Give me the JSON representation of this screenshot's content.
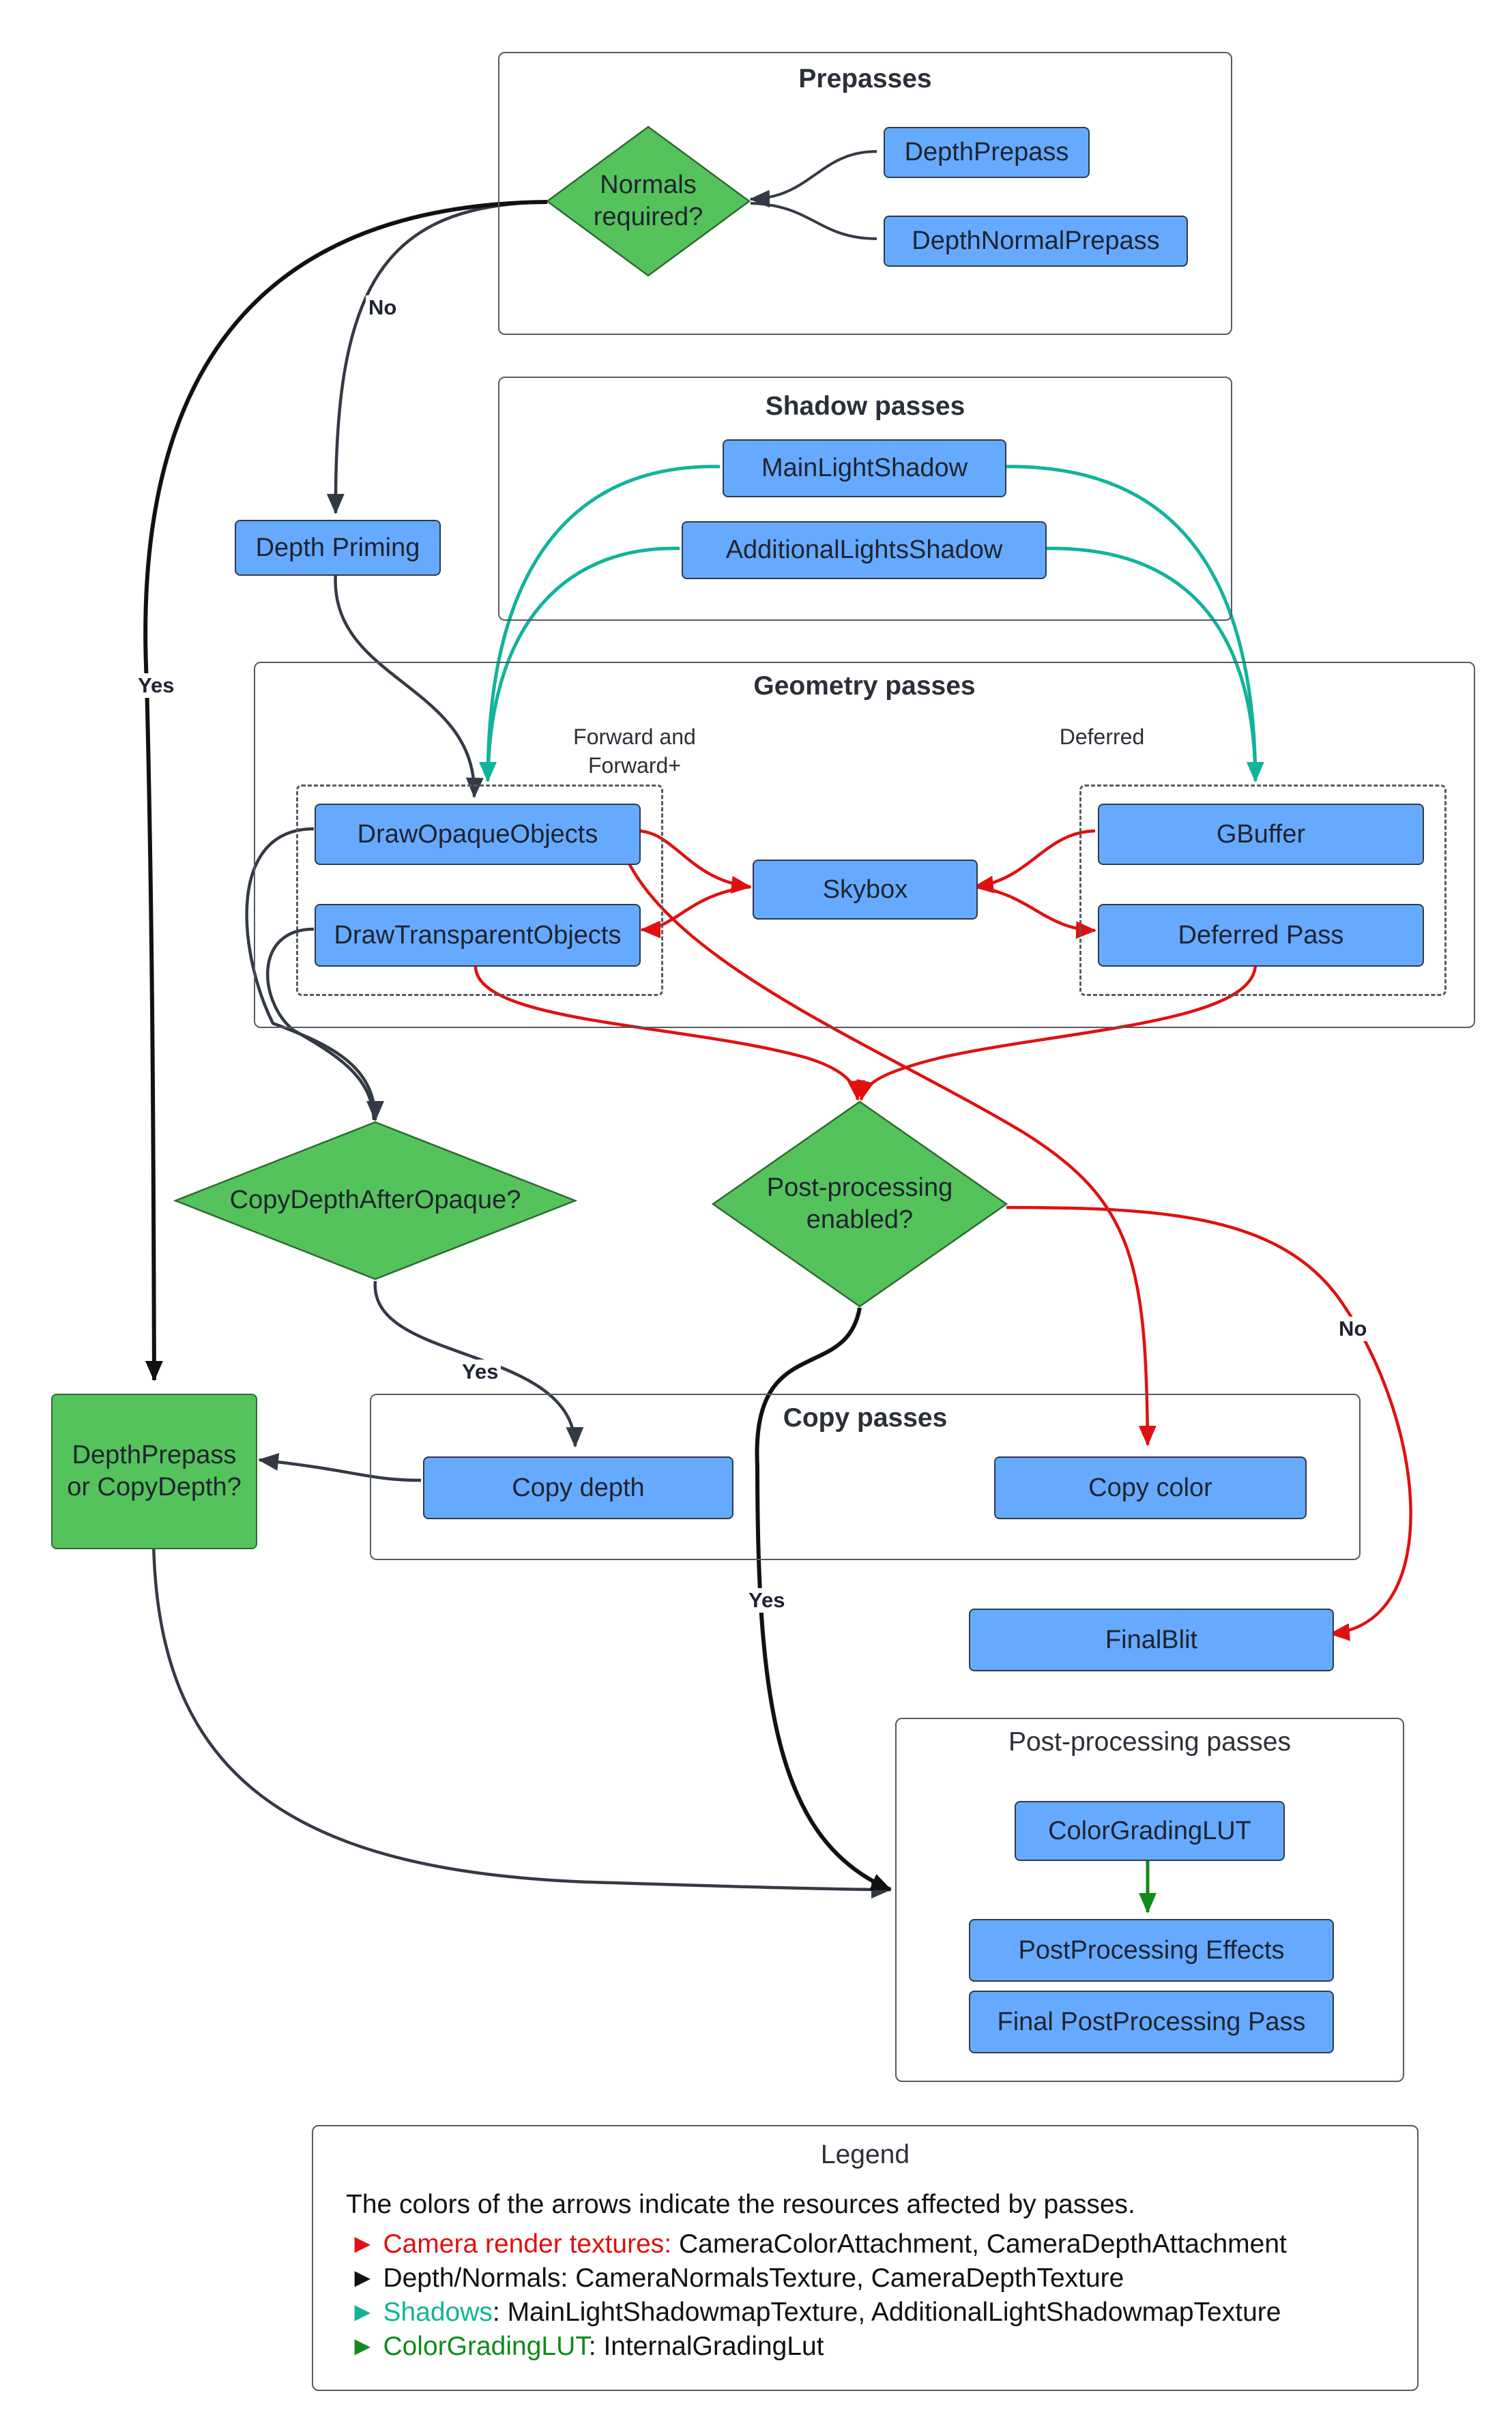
{
  "colors": {
    "red": "#e01010",
    "black": "#111111",
    "dark": "#333a45",
    "teal": "#12b39a",
    "green": "#128a1c",
    "node_blue": "#66aaff",
    "node_green": "#55c35c"
  },
  "groups": {
    "prepasses": "Prepasses",
    "shadow": "Shadow passes",
    "geometry": "Geometry passes",
    "forward": "Forward and\nForward+",
    "deferred": "Deferred",
    "copy": "Copy passes",
    "postprocessing": "Post-processing passes"
  },
  "nodes": {
    "normals_required": "Normals\nrequired?",
    "depth_prepass": "DepthPrepass",
    "depth_normal_prepass": "DepthNormalPrepass",
    "depth_priming": "Depth Priming",
    "main_light_shadow": "MainLightShadow",
    "additional_lights_shadow": "AdditionalLightsShadow",
    "draw_opaque": "DrawOpaqueObjects",
    "draw_transparent": "DrawTransparentObjects",
    "skybox": "Skybox",
    "gbuffer": "GBuffer",
    "deferred_pass": "Deferred Pass",
    "copy_depth_after_opaque": "CopyDepthAfterOpaque?",
    "postprocessing_enabled": "Post-processing\nenabled?",
    "depthprepass_or_copydepth": "DepthPrepass\nor CopyDepth?",
    "copy_depth": "Copy depth",
    "copy_color": "Copy color",
    "final_blit": "FinalBlit",
    "color_grading_lut": "ColorGradingLUT",
    "postprocessing_effects": "PostProcessing Effects",
    "final_postprocessing_pass": "Final PostProcessing Pass"
  },
  "edge_labels": {
    "no_normals": "No",
    "yes_normals": "Yes",
    "yes_copy_depth": "Yes",
    "yes_postprocessing": "Yes",
    "no_postprocessing": "No"
  },
  "legend": {
    "title": "Legend",
    "intro": "The colors of the arrows indicate the resources affected by passes.",
    "items": [
      {
        "marker": "►",
        "name": "Camera render textures",
        "sep": ":",
        "desc": " CameraColorAttachment, CameraDepthAttachment",
        "color": "#e01010"
      },
      {
        "marker": "►",
        "name": "Depth/Normals",
        "sep": ":",
        "desc": " CameraNormalsTexture, CameraDepthTexture",
        "color": "#111111"
      },
      {
        "marker": "►",
        "name": "Shadows",
        "sep": ":",
        "desc": " MainLightShadowmapTexture, AdditionalLightShadowmapTexture",
        "color": "#12b39a"
      },
      {
        "marker": "►",
        "name": "ColorGradingLUT",
        "sep": ":",
        "desc": " InternalGradingLut",
        "color": "#128a1c"
      }
    ]
  }
}
